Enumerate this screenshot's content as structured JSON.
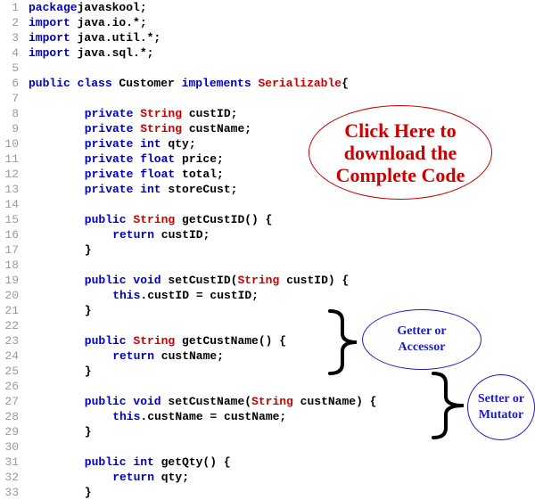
{
  "code_lines": [
    {
      "num": "1",
      "indent": 0,
      "parts": [
        [
          "kw",
          "package"
        ],
        [
          "",
          "javaskool;"
        ]
      ]
    },
    {
      "num": "2",
      "indent": 0,
      "parts": [
        [
          "kw",
          "import"
        ],
        [
          "",
          " java.io.*;"
        ]
      ]
    },
    {
      "num": "3",
      "indent": 0,
      "parts": [
        [
          "kw",
          "import"
        ],
        [
          "",
          " java.util.*;"
        ]
      ]
    },
    {
      "num": "4",
      "indent": 0,
      "parts": [
        [
          "kw",
          "import"
        ],
        [
          "",
          " java.sql.*;"
        ]
      ]
    },
    {
      "num": "5",
      "indent": 0,
      "parts": []
    },
    {
      "num": "6",
      "indent": 0,
      "parts": [
        [
          "kw",
          "public class"
        ],
        [
          "",
          " Customer "
        ],
        [
          "kw",
          "implements"
        ],
        [
          "",
          " "
        ],
        [
          "ty",
          "Serializable"
        ],
        [
          "",
          "{"
        ]
      ]
    },
    {
      "num": "7",
      "indent": 0,
      "parts": []
    },
    {
      "num": "8",
      "indent": 8,
      "parts": [
        [
          "kw",
          "private"
        ],
        [
          "",
          " "
        ],
        [
          "ty",
          "String"
        ],
        [
          "",
          " custID;"
        ]
      ]
    },
    {
      "num": "9",
      "indent": 8,
      "parts": [
        [
          "kw",
          "private"
        ],
        [
          "",
          " "
        ],
        [
          "ty",
          "String"
        ],
        [
          "",
          " custName;"
        ]
      ]
    },
    {
      "num": "10",
      "indent": 8,
      "parts": [
        [
          "kw",
          "private int"
        ],
        [
          "",
          " qty;"
        ]
      ]
    },
    {
      "num": "11",
      "indent": 8,
      "parts": [
        [
          "kw",
          "private float"
        ],
        [
          "",
          " price;"
        ]
      ]
    },
    {
      "num": "12",
      "indent": 8,
      "parts": [
        [
          "kw",
          "private float"
        ],
        [
          "",
          " total;"
        ]
      ]
    },
    {
      "num": "13",
      "indent": 8,
      "parts": [
        [
          "kw",
          "private int"
        ],
        [
          "",
          " storeCust;"
        ]
      ]
    },
    {
      "num": "14",
      "indent": 0,
      "parts": []
    },
    {
      "num": "15",
      "indent": 8,
      "parts": [
        [
          "kw",
          "public"
        ],
        [
          "",
          " "
        ],
        [
          "ty",
          "String"
        ],
        [
          "",
          " getCustID() {"
        ]
      ]
    },
    {
      "num": "16",
      "indent": 12,
      "parts": [
        [
          "kw",
          "return"
        ],
        [
          "",
          " custID;"
        ]
      ]
    },
    {
      "num": "17",
      "indent": 8,
      "parts": [
        [
          "",
          "}"
        ]
      ]
    },
    {
      "num": "18",
      "indent": 0,
      "parts": []
    },
    {
      "num": "19",
      "indent": 8,
      "parts": [
        [
          "kw",
          "public void"
        ],
        [
          "",
          " setCustID("
        ],
        [
          "ty",
          "String"
        ],
        [
          "",
          " custID) {"
        ]
      ]
    },
    {
      "num": "20",
      "indent": 12,
      "parts": [
        [
          "kw",
          "this"
        ],
        [
          "",
          ".custID = custID;"
        ]
      ]
    },
    {
      "num": "21",
      "indent": 8,
      "parts": [
        [
          "",
          "}"
        ]
      ]
    },
    {
      "num": "22",
      "indent": 0,
      "parts": []
    },
    {
      "num": "23",
      "indent": 8,
      "parts": [
        [
          "kw",
          "public"
        ],
        [
          "",
          " "
        ],
        [
          "ty",
          "String"
        ],
        [
          "",
          " getCustName() {"
        ]
      ]
    },
    {
      "num": "24",
      "indent": 12,
      "parts": [
        [
          "kw",
          "return"
        ],
        [
          "",
          " custName;"
        ]
      ]
    },
    {
      "num": "25",
      "indent": 8,
      "parts": [
        [
          "",
          "}"
        ]
      ]
    },
    {
      "num": "26",
      "indent": 0,
      "parts": []
    },
    {
      "num": "27",
      "indent": 8,
      "parts": [
        [
          "kw",
          "public void"
        ],
        [
          "",
          " setCustName("
        ],
        [
          "ty",
          "String"
        ],
        [
          "",
          " custName) {"
        ]
      ]
    },
    {
      "num": "28",
      "indent": 12,
      "parts": [
        [
          "kw",
          "this"
        ],
        [
          "",
          ".custName = custName;"
        ]
      ]
    },
    {
      "num": "29",
      "indent": 8,
      "parts": [
        [
          "",
          "}"
        ]
      ]
    },
    {
      "num": "30",
      "indent": 0,
      "parts": []
    },
    {
      "num": "31",
      "indent": 8,
      "parts": [
        [
          "kw",
          "public int"
        ],
        [
          "",
          " getQty() {"
        ]
      ]
    },
    {
      "num": "32",
      "indent": 12,
      "parts": [
        [
          "kw",
          "return"
        ],
        [
          "",
          " qty;"
        ]
      ]
    },
    {
      "num": "33",
      "indent": 8,
      "parts": [
        [
          "",
          "}"
        ]
      ]
    }
  ],
  "callouts": {
    "download": "Click Here to\ndownload the\nComplete Code",
    "getter": "Getter or\nAccessor",
    "setter": "Setter or\nMutator"
  },
  "colors": {
    "keyword": "#0000c0",
    "type": "#cc0000",
    "line_number": "#9a9a9a",
    "download_callout": "#cc0000",
    "annotation_callout": "#1a1acc"
  }
}
